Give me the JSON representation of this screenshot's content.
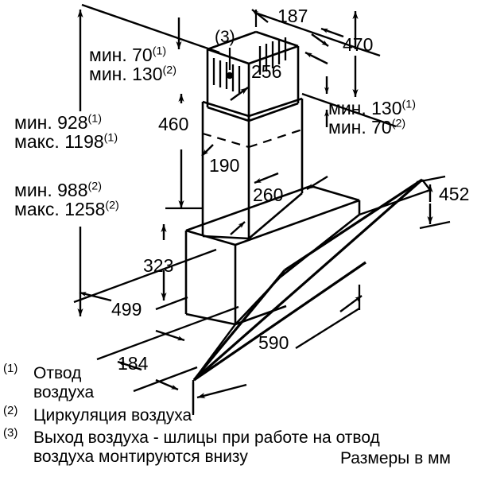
{
  "drawing": {
    "title": "Range hood installation dimension drawing",
    "units_note": "Размеры в мм",
    "line_color": "#000000",
    "background": "#ffffff"
  },
  "dimensions": {
    "gap_top": {
      "line1_prefix": "мин. 70",
      "line1_note": "(1)",
      "line2_prefix": "мин. 130",
      "line2_note": "(2)"
    },
    "height_left_1": {
      "line1_prefix": "мин. 928",
      "line1_note": "(1)",
      "line2_prefix": "макс. 1198",
      "line2_note": "(1)"
    },
    "height_left_2": {
      "line1_prefix": "мин. 988",
      "line1_note": "(2)",
      "line2_prefix": "макс. 1258",
      "line2_note": "(2)"
    },
    "gap_right": {
      "line1_prefix": "мин. 130",
      "line1_note": "(1)",
      "line2_prefix": "мин. 70",
      "line2_note": "(2)"
    },
    "chimney_top_width": "187",
    "chimney_upper_height": "470",
    "chimney_face_256": "256",
    "chimney_lower_190": "190",
    "chimney_depth_260": "260",
    "chimney_total_460": "460",
    "glass_panel_452": "452",
    "body_height_323": "323",
    "body_width_499": "499",
    "body_depth_184": "184",
    "glass_width_590": "590",
    "callout_3": "(3)"
  },
  "legend": {
    "items": [
      {
        "num": "(1)",
        "text_line1": "Отвод",
        "text_line2": "воздуха"
      },
      {
        "num": "(2)",
        "text_line1": "Циркуляция воздуха",
        "text_line2": ""
      },
      {
        "num": "(3)",
        "text_line1": "Выход воздуха - шлицы при работе на отвод",
        "text_line2": "воздуха монтируются внизу"
      }
    ],
    "units": "Размеры в мм"
  }
}
